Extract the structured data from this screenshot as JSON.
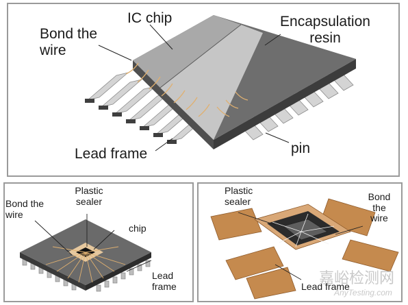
{
  "top_panel": {
    "ic_chip": "IC chip",
    "encapsulation_resin": [
      "Encapsulation",
      "resin"
    ],
    "bond_the_wire": [
      "Bond the",
      "wire"
    ],
    "lead_frame": "Lead frame",
    "pin": "pin"
  },
  "bottom_left_panel": {
    "plastic_sealer": [
      "Plastic",
      "sealer"
    ],
    "bond_the_wire": [
      "Bond the",
      "wire"
    ],
    "chip": "chip",
    "lead_frame": [
      "Lead",
      "frame"
    ]
  },
  "bottom_right_panel": {
    "plastic_sealer": [
      "Plastic",
      "sealer"
    ],
    "bond_the_wire": [
      "Bond",
      "the",
      "wire"
    ],
    "lead_frame": "Lead frame"
  },
  "watermark": {
    "cn": "嘉峪检测网",
    "en": "AnyTesting.com"
  },
  "colors": {
    "resin_top": "#6d6d6d",
    "resin_side": "#4a4a4a",
    "chip": "#a7a7a7",
    "lead": "#d2d2d2",
    "wire": "#e0b070",
    "copper": "#c58a4e",
    "border": "#9a9a9a"
  }
}
